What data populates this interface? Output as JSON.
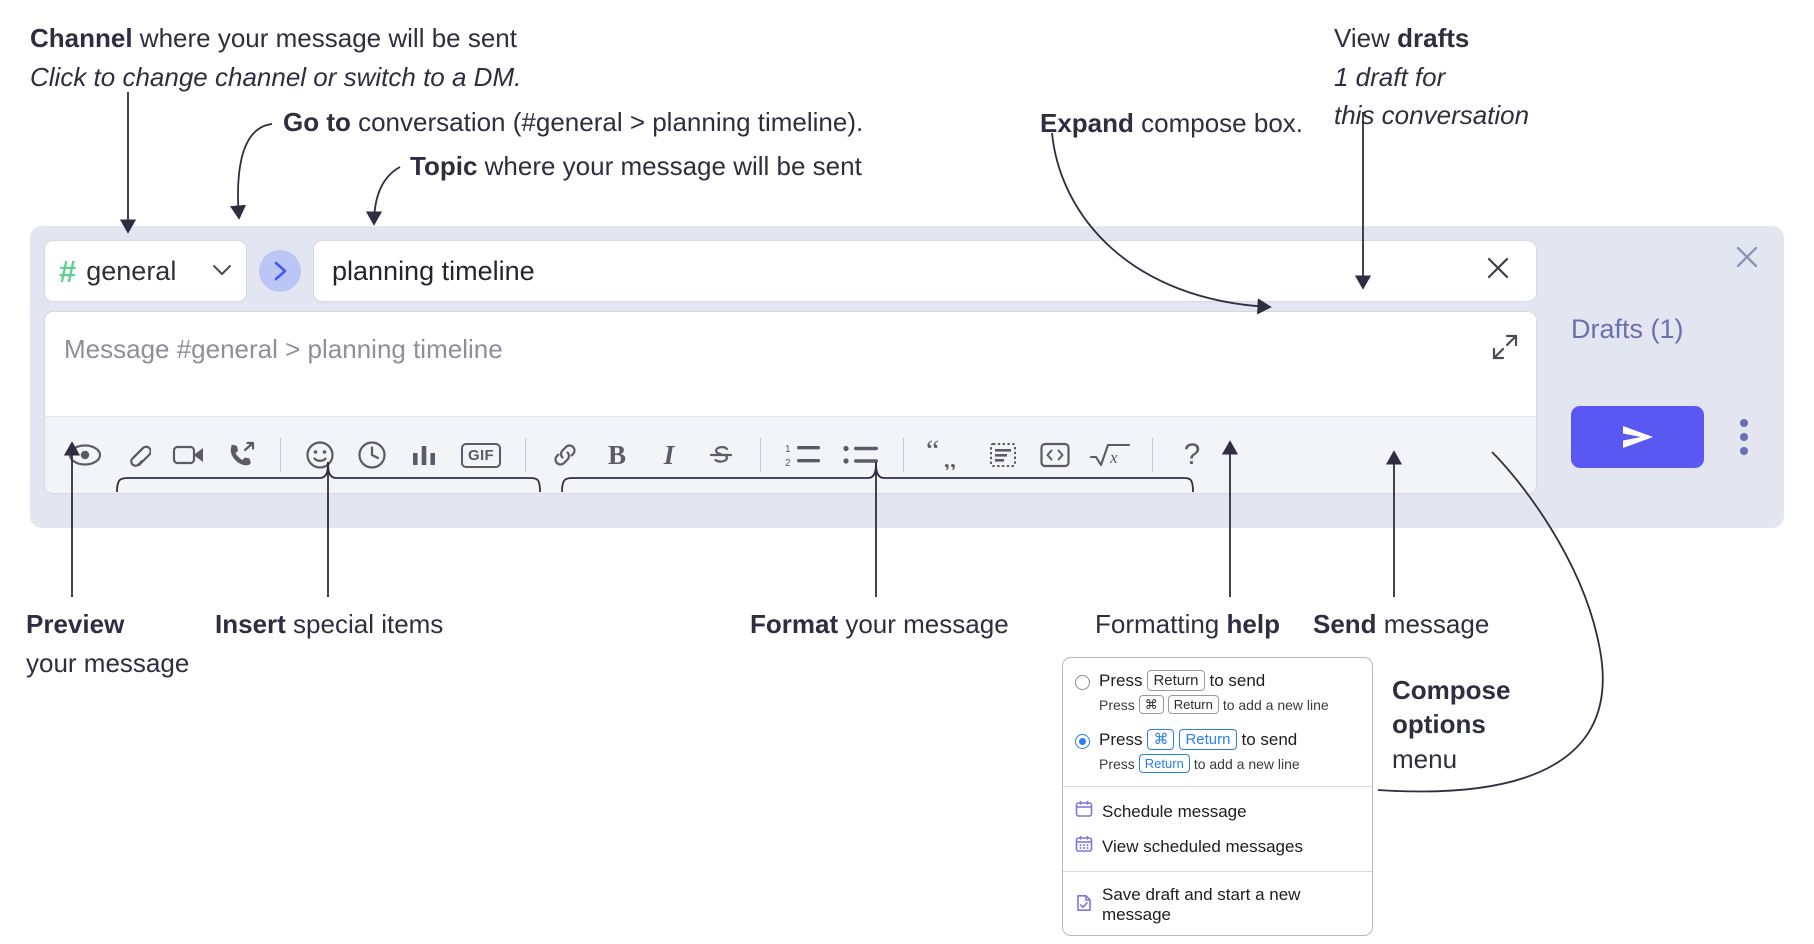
{
  "annotations": {
    "channel": {
      "line1_bold": "Channel",
      "line1_rest": " where your message will be sent",
      "line2_italic": "Click to change channel or switch to a DM."
    },
    "goto": {
      "bold": "Go to",
      "rest": " conversation (#general > planning timeline)."
    },
    "topic": {
      "bold": "Topic",
      "rest": " where your message will be sent"
    },
    "expand": {
      "bold": "Expand",
      "rest": " compose box."
    },
    "drafts": {
      "line1_rest": "View ",
      "line1_bold": "drafts",
      "line2_italic": "1 draft for",
      "line3_italic": "this conversation"
    },
    "preview": {
      "bold": "Preview",
      "line2": "your message"
    },
    "insert": {
      "bold": "Insert",
      "rest": " special items"
    },
    "format": {
      "bold": "Format",
      "rest": " your message"
    },
    "formatting_help": {
      "rest": "Formatting ",
      "bold": "help"
    },
    "send": {
      "bold": "Send",
      "rest": " message"
    },
    "compose_options": {
      "bold_line1": "Compose",
      "bold_line2": "options",
      "line3": "menu"
    }
  },
  "compose": {
    "channel": {
      "hash": "#",
      "name": "general",
      "chevron": "⌄"
    },
    "goto_arrow": "›",
    "topic": {
      "value": "planning timeline",
      "clear": "✕"
    },
    "message_placeholder": "Message #general > planning timeline",
    "toolbar": {
      "preview": "eye-icon",
      "attach": "paperclip-icon",
      "video": "video-camera-icon",
      "huddle": "phone-forward-icon",
      "emoji": "smiley-icon",
      "schedule": "clock-icon",
      "poll": "bar-chart-icon",
      "gif": "GIF",
      "link": "link-icon",
      "bold": "B",
      "italic": "I",
      "strike": "S",
      "ordered_list": "ordered-list-icon",
      "bullet_list": "bullet-list-icon",
      "blockquote": "quote-icon",
      "code_block": "code-block-icon",
      "code": "code-inline-icon",
      "math": "math-icon",
      "help": "?"
    },
    "right": {
      "close": "✕",
      "drafts_label": "Drafts (1)",
      "send_icon": "send-arrow-icon",
      "more_icon": "kebab-menu-icon"
    }
  },
  "options_menu": {
    "option_return": {
      "main_prefix": "Press",
      "main_key": "Return",
      "main_suffix": "to send",
      "sub_prefix": "Press",
      "sub_key1": "⌘",
      "sub_key2": "Return",
      "sub_suffix": "to add a new line",
      "selected": false
    },
    "option_cmd_return": {
      "main_prefix": "Press",
      "main_key1": "⌘",
      "main_key2": "Return",
      "main_suffix": "to send",
      "sub_prefix": "Press",
      "sub_key": "Return",
      "sub_suffix": "to add a new line",
      "selected": true
    },
    "items": [
      {
        "label": "Schedule message",
        "icon": "calendar-icon"
      },
      {
        "label": "View scheduled messages",
        "icon": "calendar-grid-icon"
      },
      {
        "label": "Save draft and start a new message",
        "icon": "file-check-icon"
      }
    ]
  },
  "colors": {
    "accent": "#5a58f2",
    "widget_bg": "#e3e6f1",
    "channel_hash": "#5fcf95",
    "goto_circle": "#bcc6f5",
    "drafts_text": "#6b6fae",
    "radio_blue": "#2a7fe8",
    "menu_icon": "#7b79e0"
  }
}
